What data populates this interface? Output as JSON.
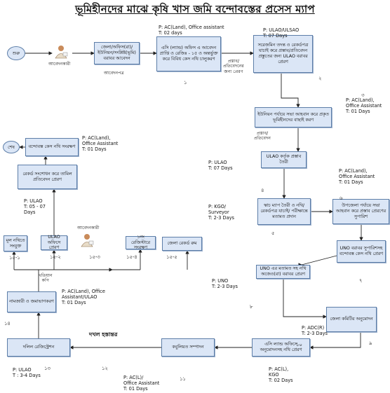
{
  "title": "ভূমিহীনদের মাঝে কৃষি খাস জমি বন্দোবস্তের প্রসেস ম্যাপ",
  "start_label": "শুরু",
  "end_label": "শেষ",
  "applicant_label": "আবেদনকারী",
  "applicant_label_2": "আবেদনকারী",
  "boxes": {
    "b1": "জেলা/অফিস(রা)/ ইউনিয়ন/সংশ্লিষ্ট(ভূমি) বরাবর আবেদন",
    "b2": "এসি (ল্যান্ড) অফিস এ আবেদন প্রাপ্তি ও রেজিঃ - ১৫ ও অন্তর্ভুক্ত করে বিবিধ কেস নথি চালুকরণ",
    "b3": "সরেজমিন তদন্ত ও রেকর্ডপত্র যাচাই করে প্রস্তাব/প্রতিবেদন প্রস্তুতের জন্য ULAO বরাবর প্রেরণ",
    "b4": "ইউনিয়ন পর্যায়ে সভা আহবান করে প্রকৃত ভূমিহীনদের বাছাই করণ",
    "b5": "ULAO কর্তৃক প্রস্তাব তৈরী",
    "b6": "স্কাচ ম্যাপ তৈরী ও নথি/রেকর্ডপত্র যাচাই/ পরীক্ষান্তে মতামত প্রদান",
    "b7": "উপজেলা পর্যায়ে সভা আহবান করে প্রস্তাব প্রেরণের সুপারিশ",
    "b8": "UNO বরাবর সুপারিশসহ বন্দোবস্ত কেস নথি প্রেরণ",
    "b9": "UNO এর মতামত সহ নথি অজেও(রা) বরাবর প্রেরণ",
    "b10": "জেলা কমিটির অনুমোদন",
    "b11": "এসি ল্যান্ড অফিসে অনুমোদনসহ নথি প্রেরণ",
    "b12": "কবুলিয়ত সম্পাদন",
    "b13": "দলিল রেজিস্ট্রেশন",
    "b14": "নামজারী ও জমাভাগকরণ",
    "b15_1": "মূল নথিতে সংযুক্ত",
    "b15_2": "ULAO অফিসে প্রেরণ",
    "b15_4": "১নং রেজিস্টারে সংরক্ষণ",
    "b15_5": "জেলা রেকর্ড রুম",
    "b16": "রেকর্ড সংশোধন করে তামিল প্রতিবেদন প্রেরণ",
    "b17": "বন্দোবস্ত কেস নথি সংরক্ষণ"
  },
  "notes": {
    "n_office_assistant": "P: AC(Land), Office assistant\nT: 02 days",
    "n_ulao_ulsao": "P: ULAO/ULSAO\nT: 07 Days",
    "n_b4": "P: AC(Land),\nOffice Assistant\nT: 01 Days",
    "n_ulao7": "P: ULAO\nT: 07 Days",
    "n_b7": "P: AC(Land),\nOffice Assistant\nT: 01 Days",
    "n_kgo": "P: KGO/\nSurveyor\nT: 2-3 Days",
    "n_uno": "P: UNO\nT: 2-3 Days",
    "n_adc": "P: ADC(R)\nT: 2-3 Days",
    "n_acl_kgo": "P: AC(L),\nKGO\nT: 02 Days",
    "n_acl_oa": "P: AC(L)/\nOffice Assistant\nT: 01 Days",
    "n_ulao34": "P: ULAO\nT : 3-4 Days",
    "n_b14": "P: AC(Land), Office\nAssistant/ULAO\nT: 01 Days",
    "n_b16": "P: ULAO\nT: 05 - 07\nDays",
    "n_b17": "P: AC(Land),\nOffice Assistant\nT: 01 Days"
  },
  "labels": {
    "application_letter": "আবেদনপত্র",
    "proposal_sent": "প্রস্তাব/\nপ্রতিবেদনের\nজন্য প্রেরণ",
    "proposal_report": "প্রস্তাব/\nপ্রতিবেদন",
    "possession": "দখল হস্তান্তর",
    "khatiyan": "খতিয়ান\nকপি"
  },
  "numbers": {
    "s1": "১",
    "s2": "২",
    "s3": "৩",
    "s4": "৪",
    "s5": "৫",
    "s6": "৬",
    "s7": "৭",
    "s8": "৮",
    "s9": "৯",
    "s10": "১০",
    "s11": "১১",
    "s12": "১২",
    "s13": "১৩",
    "s14": "১৪",
    "s15_1": "১৫-১",
    "s15_2": "১৫-২",
    "s15_3": "১৫-৩",
    "s15_4": "১৫-৪",
    "s15_5": "১৫-৫"
  },
  "colors": {
    "box_fill": "#dbe6f6",
    "box_border": "#5d7ea8",
    "arrow": "#222222"
  }
}
